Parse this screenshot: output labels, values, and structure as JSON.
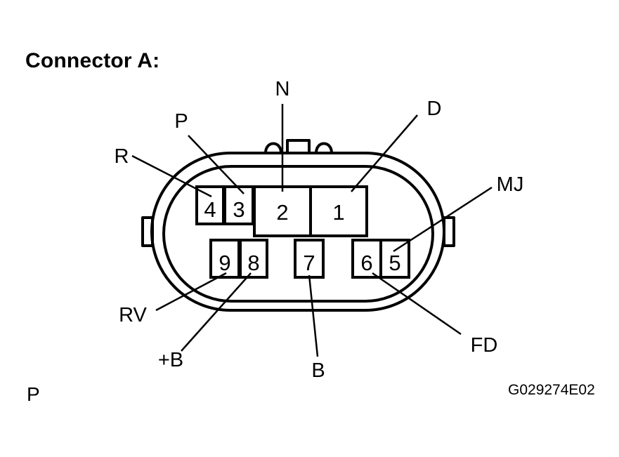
{
  "title": "Connector A:",
  "corner_label": "P",
  "figure_code": "G029274E02",
  "pins": {
    "p1": "1",
    "p2": "2",
    "p3": "3",
    "p4": "4",
    "p5": "5",
    "p6": "6",
    "p7": "7",
    "p8": "8",
    "p9": "9"
  },
  "terminals": {
    "n": "N",
    "p": "P",
    "d": "D",
    "r": "R",
    "mj": "MJ",
    "rv": "RV",
    "plus_b": "+B",
    "b": "B",
    "fd": "FD"
  }
}
